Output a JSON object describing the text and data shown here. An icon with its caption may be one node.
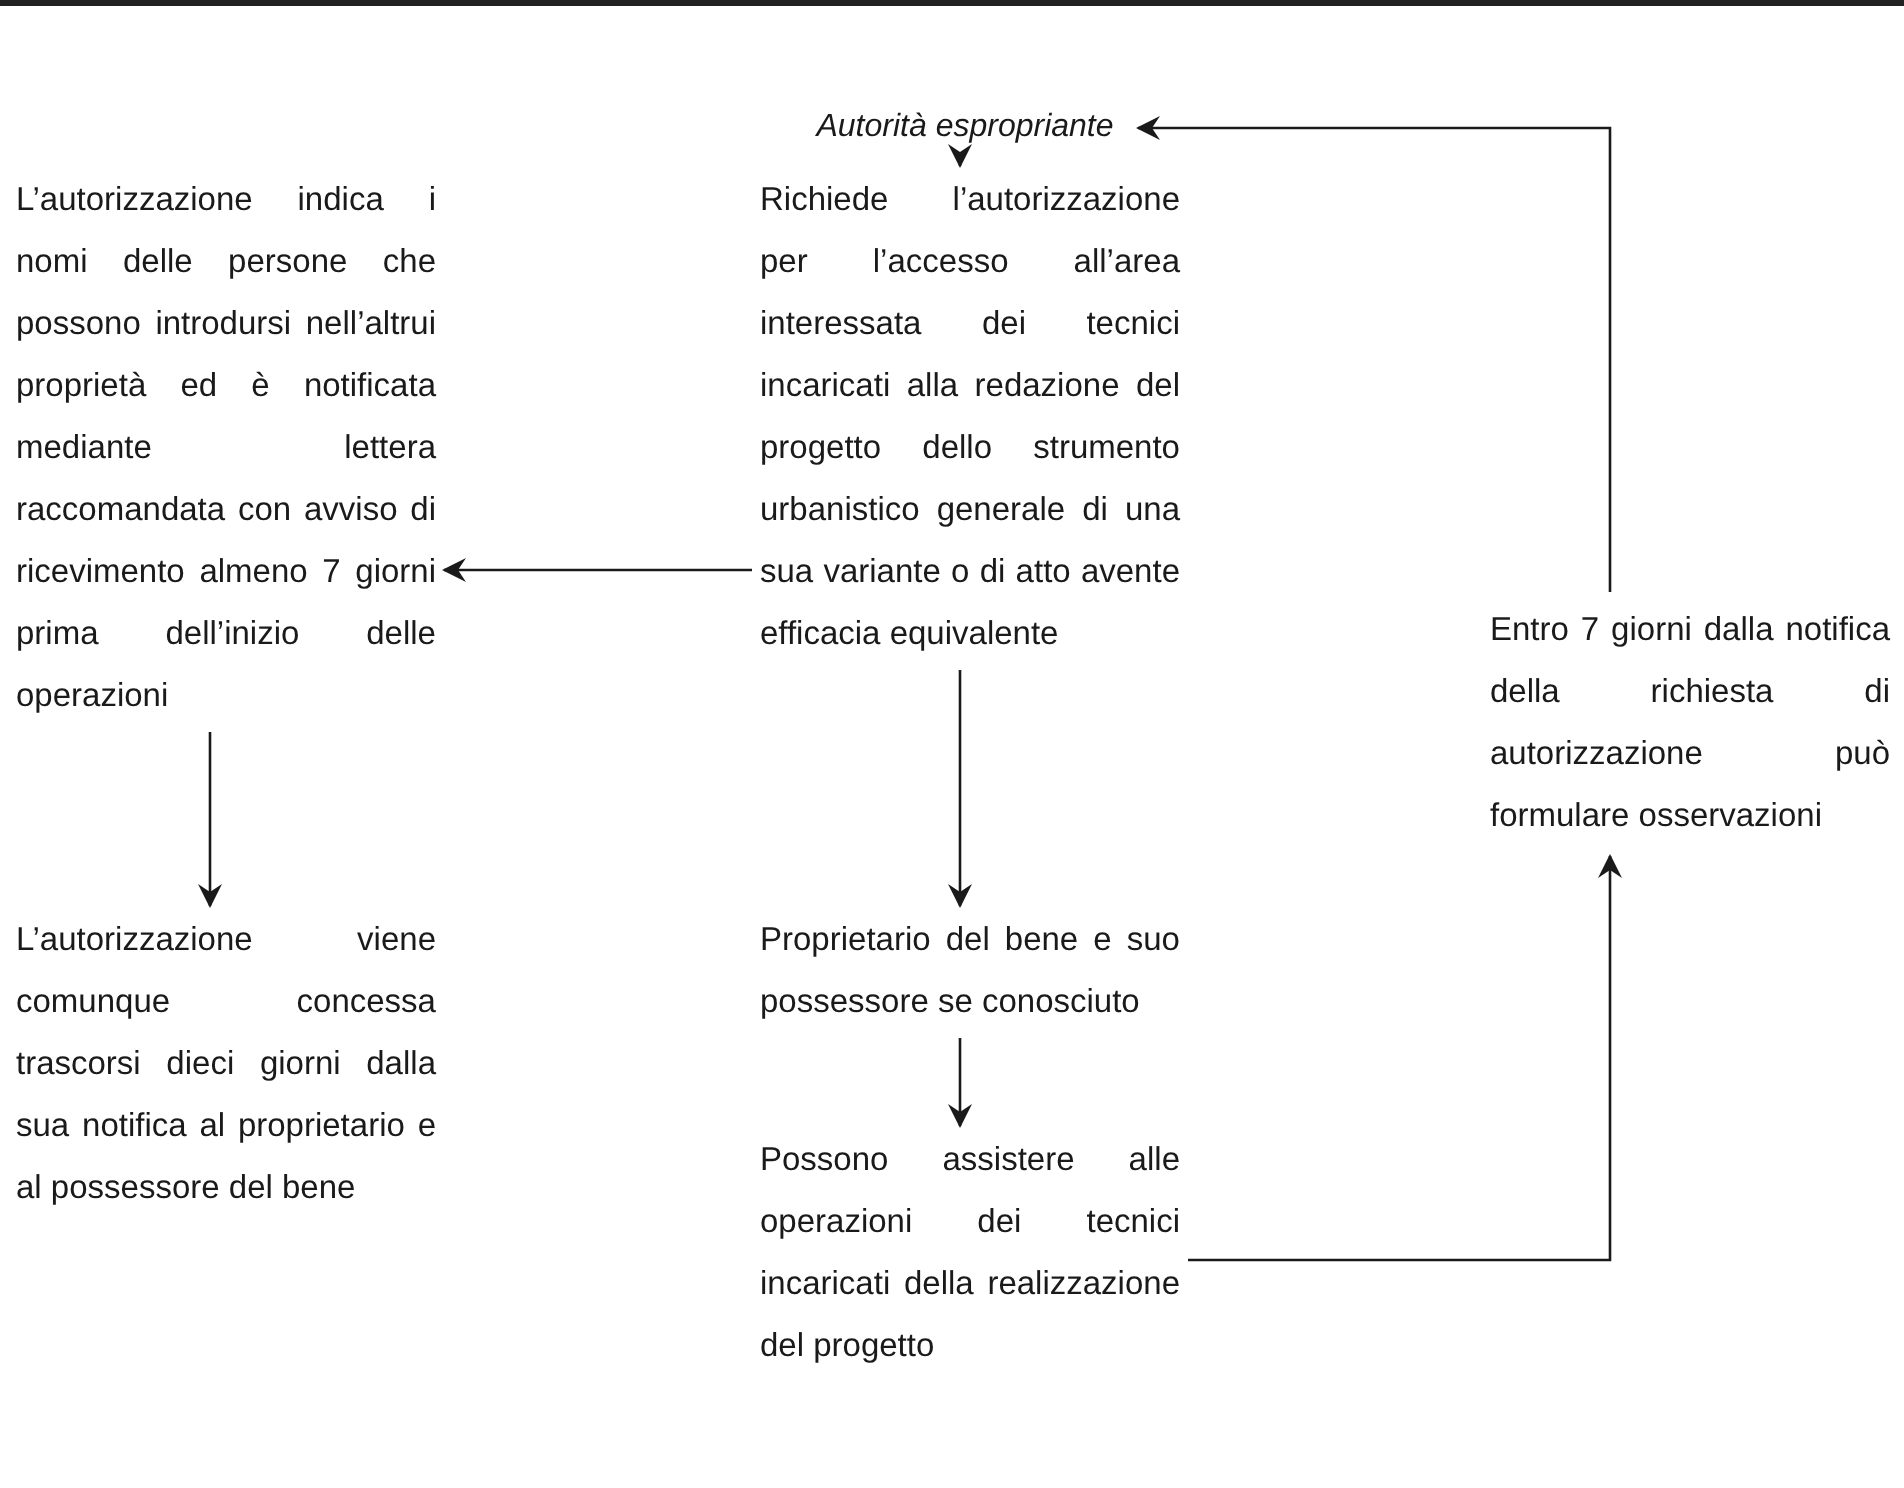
{
  "diagram": {
    "nodes": [
      {
        "text": [
          "Autorità espropriante"
        ]
      },
      {
        "text": [
          "Richiede l’autorizzazione per l’accesso all’area interessata dei tecnici incaricati alla redazione del progetto dello strumento urbanistico generale di una sua variante o di atto avente efficacia equivalente"
        ]
      },
      {
        "text": [
          "L’autorizzazione indica i nomi delle persone che possono introdursi nell’altrui proprietà ed è notificata mediante lettera raccomandata con avviso di ricevimento almeno 7 giorni prima dell’inizio delle operazioni"
        ]
      },
      {
        "text": [
          "L’autorizzazione viene comunque concessa trascorsi dieci giorni dalla sua notifica al proprietario e al possessore del bene"
        ]
      },
      {
        "text": [
          "Proprietario del bene e suo possessore se conosciuto"
        ]
      },
      {
        "text": [
          "Possono assistere alle operazioni dei tecnici incaricati della realizzazione del progetto"
        ]
      },
      {
        "text": [
          "Entro 7 giorni dalla notifica della richiesta di autorizzazione può formulare osservazioni"
        ]
      }
    ],
    "edges": [
      {
        "from": 0,
        "to": 1,
        "arrow": "to"
      },
      {
        "from": 1,
        "to": 2,
        "arrow": "to"
      },
      {
        "from": 2,
        "to": 3,
        "arrow": "to"
      },
      {
        "from": 1,
        "to": 4,
        "arrow": "to"
      },
      {
        "from": 4,
        "to": 5,
        "arrow": "to"
      },
      {
        "from": 5,
        "to": 6,
        "arrow": "to"
      },
      {
        "from": 6,
        "to": 0,
        "arrow": "to"
      }
    ]
  }
}
